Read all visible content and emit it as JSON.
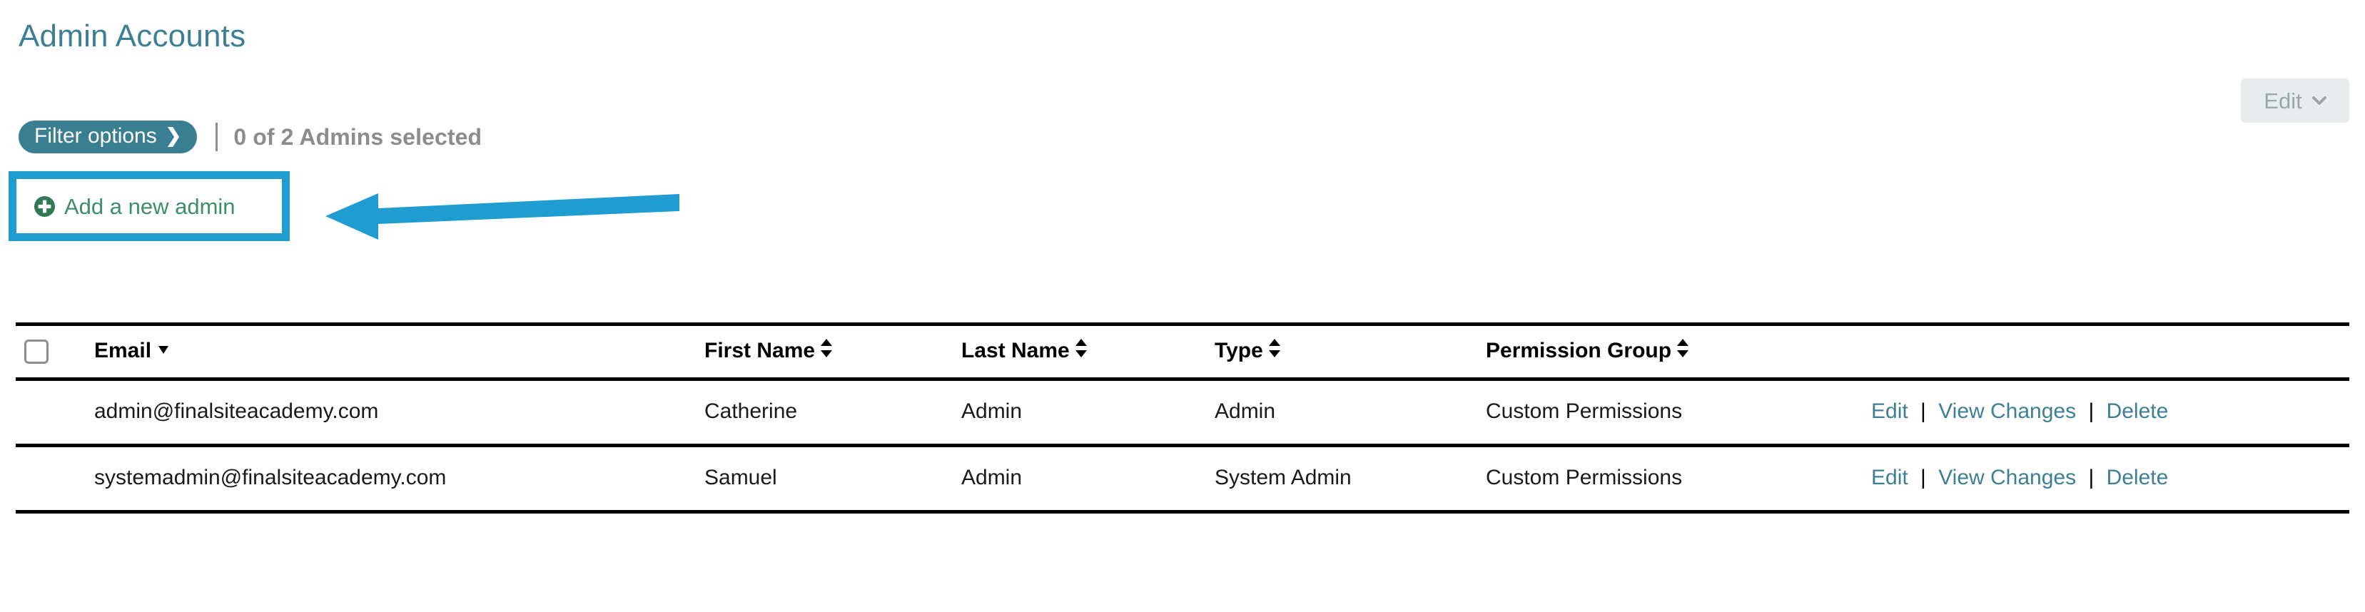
{
  "page": {
    "title": "Admin Accounts"
  },
  "toolbar": {
    "edit_dropdown_label": "Edit",
    "filter_button_label": "Filter options",
    "selection_status": "0 of 2 Admins selected"
  },
  "add_admin": {
    "label": "Add a new admin"
  },
  "table": {
    "columns": [
      {
        "key": "checkbox",
        "label": "",
        "sort": "none"
      },
      {
        "key": "email",
        "label": "Email",
        "sort": "desc"
      },
      {
        "key": "first_name",
        "label": "First Name",
        "sort": "both"
      },
      {
        "key": "last_name",
        "label": "Last Name",
        "sort": "both"
      },
      {
        "key": "type",
        "label": "Type",
        "sort": "both"
      },
      {
        "key": "permission_group",
        "label": "Permission Group",
        "sort": "both"
      },
      {
        "key": "actions",
        "label": "",
        "sort": "none"
      }
    ],
    "rows": [
      {
        "email": "admin@finalsiteacademy.com",
        "first_name": "Catherine",
        "last_name": "Admin",
        "type": "Admin",
        "permission_group": "Custom Permissions",
        "actions": {
          "edit": "Edit",
          "view_changes": "View Changes",
          "delete": "Delete"
        }
      },
      {
        "email": "systemadmin@finalsiteacademy.com",
        "first_name": "Samuel",
        "last_name": "Admin",
        "type": "System Admin",
        "permission_group": "Custom Permissions",
        "actions": {
          "edit": "Edit",
          "view_changes": "View Changes",
          "delete": "Delete"
        }
      }
    ],
    "action_separator": "|"
  },
  "annotation": {
    "arrow_direction": "left",
    "arrow_color": "#1f9cd0",
    "highlight_color": "#1f9cd0"
  },
  "colors": {
    "title": "#3d7f95",
    "filter_button_bg": "#3a7e92",
    "link": "#3d7f95",
    "add_link": "#3c8f68",
    "status_text": "#8c8c8c",
    "edit_button_bg": "#e9ecec",
    "edit_button_text": "#9aa7a9"
  }
}
